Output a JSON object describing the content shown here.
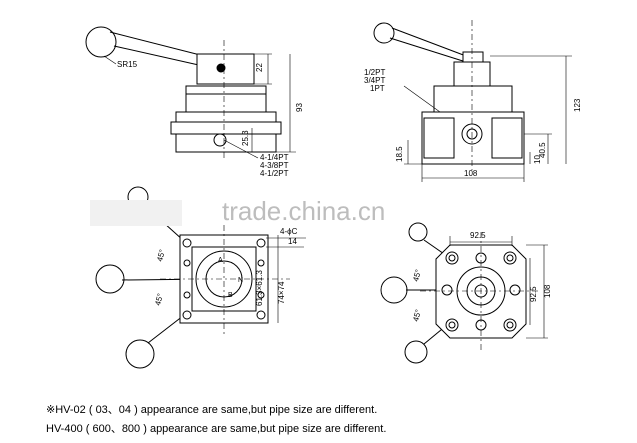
{
  "drawing": {
    "front_view": {
      "handle_radius": "SR15",
      "dim_top": "22",
      "dim_height": "93",
      "dim_port_height": "25.3",
      "port_labels": [
        "4-1/4PT",
        "4-3/8PT",
        "4-1/2PT"
      ]
    },
    "side_view": {
      "port_labels": [
        "1/2PT",
        "3/4PT",
        "1PT"
      ],
      "dim_height": "123",
      "dim_port_center": "40.5",
      "dim_base": "10",
      "dim_left": "18.5",
      "dim_width": "108"
    },
    "top_view_a": {
      "mount_holes": "4-ϕC",
      "dim_14": "14",
      "angle_1": "45°",
      "angle_2": "45°",
      "dim_inner": "61.3×61.3",
      "dim_outer": "74×74"
    },
    "top_view_b": {
      "dim_top": "92.5",
      "dim_side_inner": "92.5",
      "dim_side_outer": "108",
      "angle_1": "45°",
      "angle_2": "45°"
    },
    "watermark": "trade.china.cn"
  },
  "notes": [
    "※HV-02 ( 03、04 ) appearance are same,but pipe size are different.",
    "HV-400 ( 600、800 ) appearance are same,but pipe size are different."
  ]
}
